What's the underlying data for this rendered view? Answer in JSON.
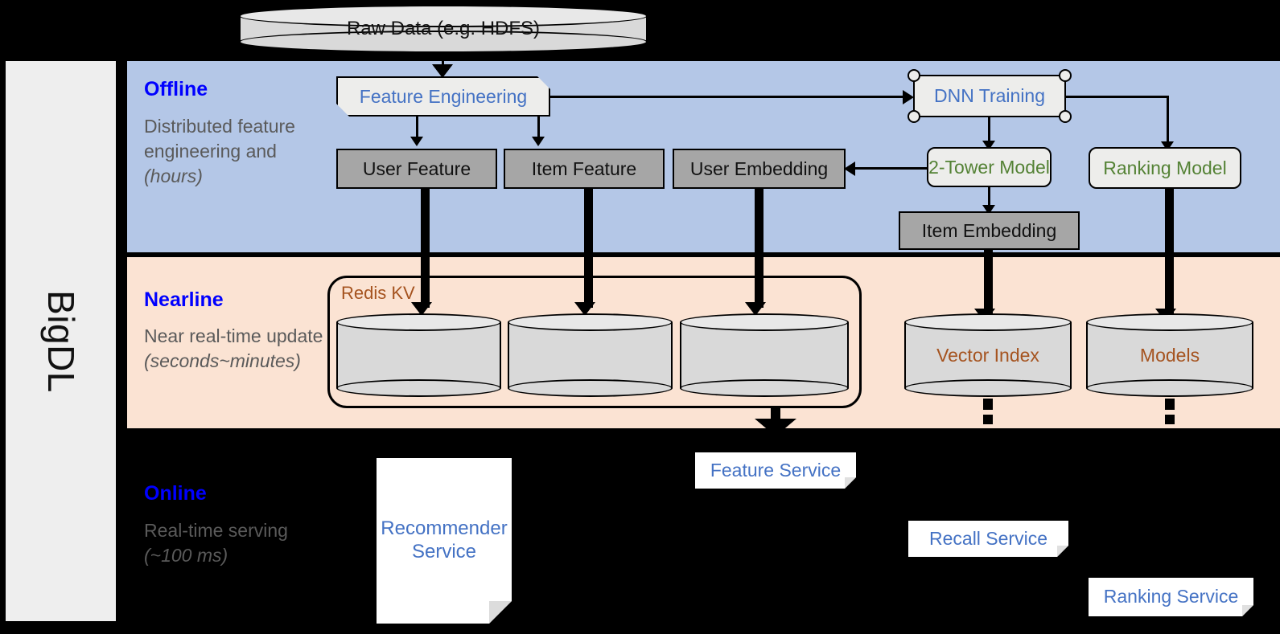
{
  "sidebar": {
    "label": "BigDL"
  },
  "layers": [
    {
      "id": "offline",
      "title": "Offline",
      "desc_line1": "Distributed feature engineering and ",
      "desc_em": "(hours)",
      "bg": "#b4c7e7"
    },
    {
      "id": "nearline",
      "title": "Nearline",
      "desc_line1": "Near real-time update ",
      "desc_em": "(seconds~minutes)",
      "bg": "#fbe3d3"
    },
    {
      "id": "online",
      "title": "Online",
      "desc_line1": "Real-time serving ",
      "desc_em": "(~100 ms)",
      "bg": "#000000"
    }
  ],
  "nodes": {
    "raw_data": "Raw Data (e.g. HDFS)",
    "feature_engineering": "Feature Engineering",
    "dnn_training": "DNN Training",
    "user_feature": "User Feature",
    "item_feature": "Item Feature",
    "user_embedding": "User Embedding",
    "two_tower_model": "2-Tower Model",
    "ranking_model": "Ranking Model",
    "item_embedding": "Item Embedding",
    "redis_kv": "Redis KV",
    "vector_index": "Vector Index",
    "models": "Models",
    "recommender_service": "Recommender Service",
    "feature_service": "Feature Service",
    "recall_service": "Recall Service",
    "ranking_service": "Ranking Service"
  },
  "colors": {
    "offline_bg": "#b4c7e7",
    "nearline_bg": "#fbe3d3",
    "online_bg": "#000000",
    "layer_title": "#0000ff",
    "layer_desc": "#5a5a5a",
    "blue_text": "#4472c4",
    "green_text": "#548235",
    "brown_text": "#a5531f",
    "gray_box": "#a6a6a6",
    "proc_box": "#ededeb",
    "cylinder": "#d9d9d9",
    "sidebar_bg": "#eeeeee"
  }
}
